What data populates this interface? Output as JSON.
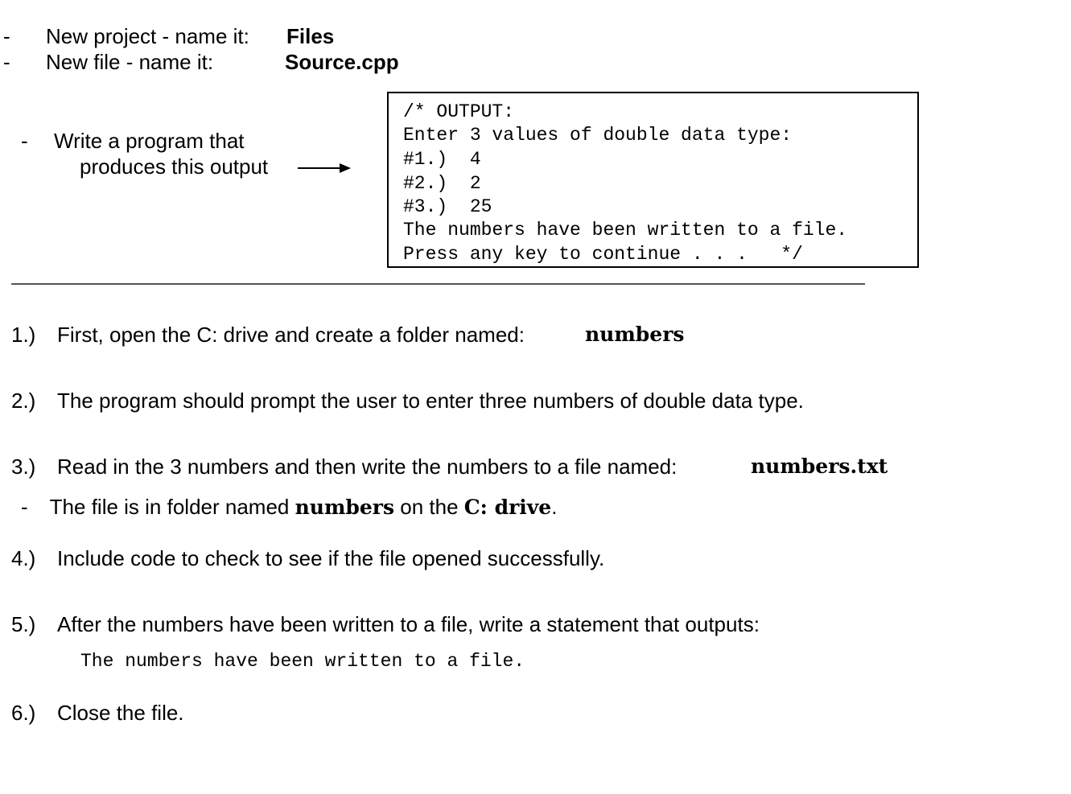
{
  "header": {
    "items": [
      {
        "bullet": "-",
        "label": "New project - name it:",
        "value": "Files"
      },
      {
        "bullet": "-",
        "label": "New file - name it:",
        "value": "Source.cpp"
      }
    ]
  },
  "intro": {
    "bullet": "-",
    "line1": "Write a program that",
    "line2": "produces this output"
  },
  "output_box": {
    "lines": [
      "/* OUTPUT:",
      "Enter 3 values of double data type:",
      "#1.)  4",
      "#2.)  2",
      "#3.)  25",
      "The numbers have been written to a file.",
      "Press any key to continue . . .   */"
    ]
  },
  "steps": [
    {
      "num": "1.)",
      "text": "First, open the C: drive and create a folder named:",
      "bold": "numbers"
    },
    {
      "num": "2.)",
      "text": "The program should prompt the user to enter three numbers of double data type."
    },
    {
      "num": "3.)",
      "text": "Read in the 3 numbers and then write the numbers to a file named:",
      "bold": "numbers.txt",
      "sub": {
        "bullet": "-",
        "pre": "The file is in folder named ",
        "bold1": "numbers",
        "mid": " on the ",
        "bold2": "C: drive",
        "post": "."
      }
    },
    {
      "num": "4.)",
      "text": "Include code to check to see if the file opened successfully."
    },
    {
      "num": "5.)",
      "text": "After the numbers have been written to a file, write a statement that outputs:",
      "code": "The numbers have been written to a file."
    },
    {
      "num": "6.)",
      "text": "Close the file."
    }
  ]
}
